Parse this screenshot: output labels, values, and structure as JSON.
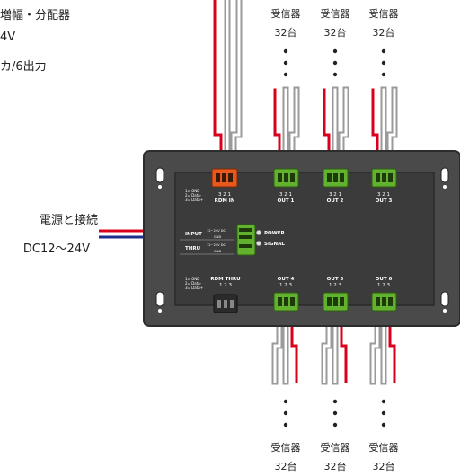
{
  "top_left": {
    "line1": "増幅・分配器",
    "line2": "4V",
    "line3": "カ/6出力"
  },
  "power_label": {
    "line1": "電源と接続",
    "line2": "DC12〜24V"
  },
  "receivers": {
    "label": "受信器",
    "count": "32台"
  },
  "device": {
    "in_terminal": "RDM IN",
    "in_pins": "3 2 1",
    "outputs_top": [
      "OUT 1",
      "OUT 2",
      "OUT 3"
    ],
    "outputs_bottom": [
      "OUT 4",
      "OUT 5",
      "OUT 6"
    ],
    "top_pins": "3 2 1",
    "bottom_pins": "1 2 3",
    "thru_terminal": "RDM THRU",
    "thru_pins": "1 2 3",
    "input_label": "INPUT",
    "thru_label": "THRU",
    "power_led": "POWER",
    "signal_led": "SIGNAL",
    "pin_legend": [
      "1= GND",
      "2= Data-",
      "3= Data+"
    ],
    "input_legend": [
      "12~24V DC",
      "GND"
    ],
    "thru_legend": [
      "12~24V DC",
      "GND"
    ]
  },
  "colors": {
    "body": "#4a4a4a",
    "body_border": "#2c2c2c",
    "green_terminal": "#62b22f",
    "orange_terminal": "#e8581c",
    "wire_red": "#d9001b",
    "wire_blue": "#1d2e8c",
    "wire_gray": "#9a9a9a"
  }
}
